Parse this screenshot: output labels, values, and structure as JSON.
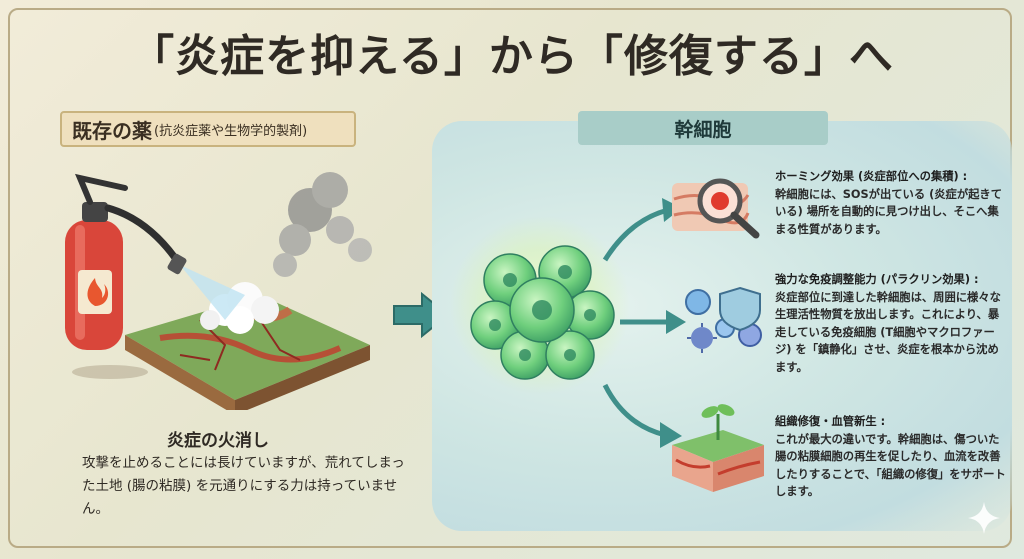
{
  "title": "「炎症を抑える」から「修復する」へ",
  "left": {
    "header_main": "既存の薬",
    "header_sub": "(抗炎症薬や生物学的製剤)",
    "caption_title": "炎症の火消し",
    "description": "攻撃を止めることには長けていますが、荒れてしまった土地 (腸の粘膜) を元通りにする力は持っていません。"
  },
  "right": {
    "header": "幹細胞",
    "features": [
      {
        "title": "ホーミング効果 (炎症部位への集積) :",
        "body": "幹細胞には、SOSが出ている (炎症が起きている) 場所を自動的に見つけ出し、そこへ集まる性質があります。"
      },
      {
        "title": "強力な免疫調整能力 (パラクリン効果) :",
        "body": "炎症部位に到達した幹細胞は、周囲に様々な生理活性物質を放出します。これにより、暴走している免疫細胞 (T細胞やマクロファージ) を「鎮静化」させ、炎症を根本から沈めます。"
      },
      {
        "title": "組織修復・血管新生 :",
        "body": "これが最大の違いです。幹細胞は、傷ついた腸の粘膜細胞の再生を促したり、血流を改善したりすることで、「組織の修復」をサポートします。"
      }
    ]
  },
  "colors": {
    "accent_teal": "#3f8f8a",
    "cell_green": "#6fcf7d",
    "inflammation_red": "#d9463a",
    "extinguisher_red": "#d9463a"
  },
  "icons": {
    "fire_extinguisher": "fire-extinguisher-icon",
    "magnifier": "magnifier-icon",
    "shield": "shield-icon",
    "sprout": "sprout-icon",
    "sparkle": "sparkle-icon"
  }
}
